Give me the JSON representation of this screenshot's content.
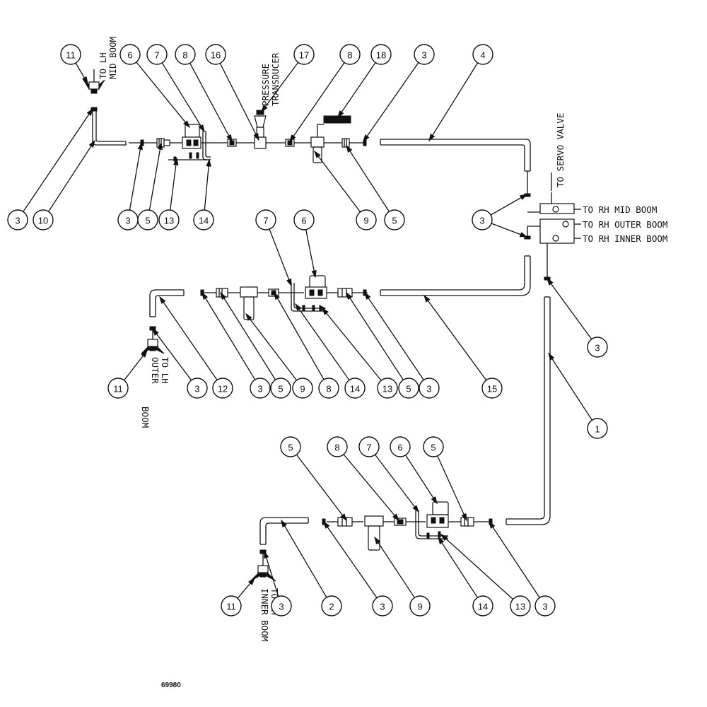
{
  "labels": {
    "to_lh_mid_1": "TO LH",
    "to_lh_mid_2": "MID BOOM",
    "pressure": "PRESSURE",
    "transducer": "TRANSDUCER",
    "to_servo": "TO SERVO VALVE",
    "to_rh_mid": "TO RH MID BOOM",
    "to_rh_outer": "TO RH OUTER BOOM",
    "to_rh_inner": "TO RH INNER BOOM",
    "to_lh_outer_1": "TO LH",
    "to_lh_outer_2": "OUTER",
    "to_lh_outer_3": "BOOM",
    "to_lh_inner_1": "TO LH",
    "to_lh_inner_2": "INNER BOOM",
    "figure_number": "69980"
  },
  "callouts": [
    {
      "num": "11"
    },
    {
      "num": "6"
    },
    {
      "num": "7"
    },
    {
      "num": "8"
    },
    {
      "num": "16"
    },
    {
      "num": "17"
    },
    {
      "num": "8"
    },
    {
      "num": "18"
    },
    {
      "num": "3"
    },
    {
      "num": "4"
    },
    {
      "num": "3"
    },
    {
      "num": "10"
    },
    {
      "num": "3"
    },
    {
      "num": "5"
    },
    {
      "num": "13"
    },
    {
      "num": "14"
    },
    {
      "num": "9"
    },
    {
      "num": "5"
    },
    {
      "num": "7"
    },
    {
      "num": "6"
    },
    {
      "num": "3"
    },
    {
      "num": "3"
    },
    {
      "num": "11"
    },
    {
      "num": "3"
    },
    {
      "num": "12"
    },
    {
      "num": "3"
    },
    {
      "num": "5"
    },
    {
      "num": "9"
    },
    {
      "num": "8"
    },
    {
      "num": "14"
    },
    {
      "num": "13"
    },
    {
      "num": "5"
    },
    {
      "num": "3"
    },
    {
      "num": "15"
    },
    {
      "num": "1"
    },
    {
      "num": "5"
    },
    {
      "num": "8"
    },
    {
      "num": "7"
    },
    {
      "num": "6"
    },
    {
      "num": "5"
    },
    {
      "num": "11"
    },
    {
      "num": "3"
    },
    {
      "num": "2"
    },
    {
      "num": "3"
    },
    {
      "num": "9"
    },
    {
      "num": "14"
    },
    {
      "num": "13"
    },
    {
      "num": "3"
    }
  ]
}
